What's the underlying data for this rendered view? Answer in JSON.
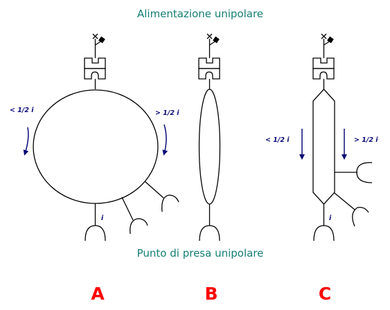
{
  "diagram": {
    "top_title": "Alimentazione unipolare",
    "bottom_title": "Punto di presa unipolare",
    "colors": {
      "title": "#137e74",
      "label": "#ff0000",
      "annotation": "#0a0a78",
      "lines": "#000000"
    },
    "configurations": [
      {
        "label": "A",
        "annotations": {
          "left": "< 1/2 i",
          "right": "> 1/2 i",
          "bottom": "i"
        }
      },
      {
        "label": "B"
      },
      {
        "label": "C",
        "annotations": {
          "left": "< 1/2 i",
          "right": "> 1/2 i",
          "bottom": "i"
        }
      }
    ]
  }
}
